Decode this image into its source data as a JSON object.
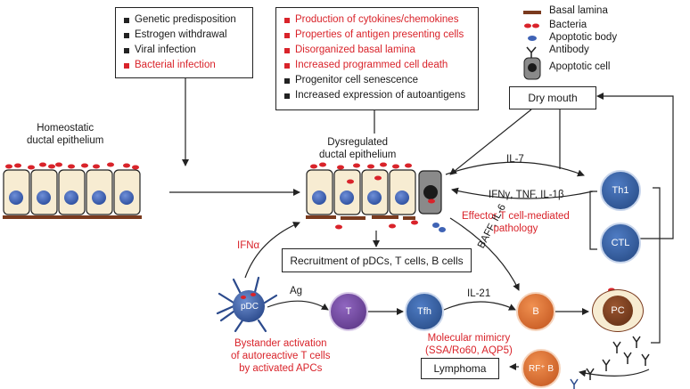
{
  "factors_box": {
    "items": [
      {
        "text": "Genetic predisposition",
        "red": false
      },
      {
        "text": "Estrogen withdrawal",
        "red": false
      },
      {
        "text": "Viral infection",
        "red": false
      },
      {
        "text": "Bacterial infection",
        "red": true
      }
    ]
  },
  "dysfunction_box": {
    "items": [
      {
        "text": "Production of cytokines/chemokines",
        "red": true
      },
      {
        "text": "Properties of antigen presenting cells",
        "red": true
      },
      {
        "text": "Disorganized basal lamina",
        "red": true
      },
      {
        "text": "Increased programmed cell death",
        "red": true
      },
      {
        "text": "Progenitor cell senescence",
        "red": false
      },
      {
        "text": "Increased expression of autoantigens",
        "red": false
      }
    ]
  },
  "legend": {
    "basal_lamina": "Basal lamina",
    "bacteria": "Bacteria",
    "apoptotic_body": "Apoptotic body",
    "antibody": "Antibody",
    "apoptotic_cell": "Apoptotic cell"
  },
  "labels": {
    "homeostatic": "Homeostatic\nductal epithelium",
    "dysregulated": "Dysregulated\nductal epithelium",
    "dry_mouth": "Dry mouth",
    "il7": "IL-7",
    "ifn_tnf": "IFNγ, TNF, IL-1β",
    "effector": "Effector T cell-mediated\npathology",
    "baff": "BAFF, IL-6",
    "ifna": "IFNα",
    "recruitment": "Recruitment of pDCs, T cells, B cells",
    "ag": "Ag",
    "il21": "IL-21",
    "bystander": "Bystander activation\nof autoreactive T cells\nby activated APCs",
    "mimicry": "Molecular mimicry\n(SSA/Ro60, AQP5)",
    "lymphoma": "Lymphoma"
  },
  "cells": {
    "pdc": "pDC",
    "t": "T",
    "tfh": "Tfh",
    "b": "B",
    "pc": "PC",
    "rf_b": "RF⁺ B",
    "th1": "Th1",
    "ctl": "CTL"
  },
  "colors": {
    "accent_red": "#d9232a",
    "epithelium_fill": "#f7ecd2",
    "nucleus_blue": "#3f63b5",
    "t_purple": "#6a3f98",
    "tfh_blue": "#2f5a9e",
    "b_orange": "#d8672a",
    "pc_brown": "#7a3a1a",
    "lamina_brown": "#7a3a1e"
  }
}
